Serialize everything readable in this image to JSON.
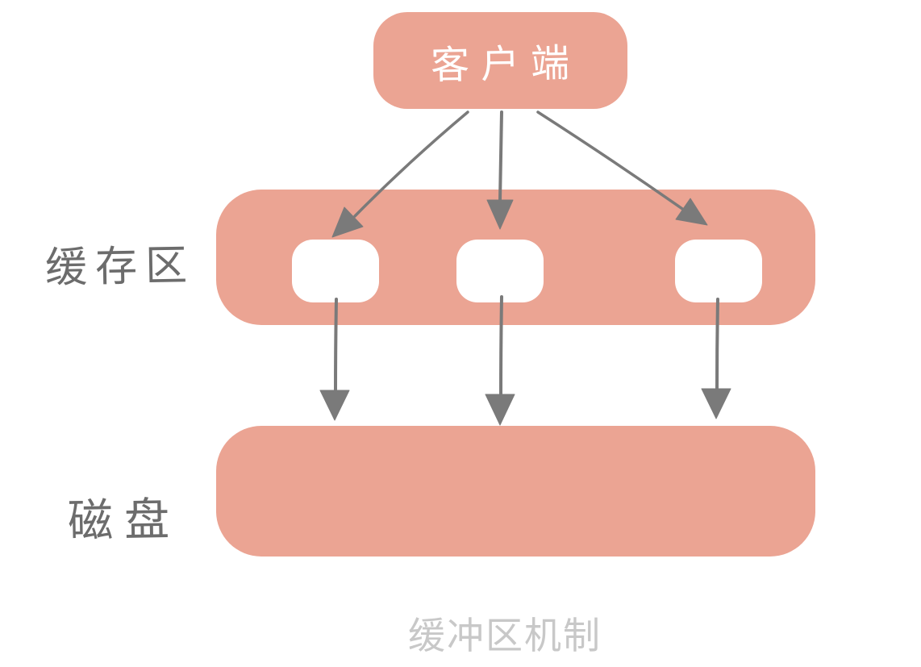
{
  "diagram": {
    "caption": "缓冲区机制",
    "nodes": {
      "client": {
        "label": "客户端"
      },
      "cache": {
        "label": "缓存区",
        "buffer_slot_count": 3
      },
      "disk": {
        "label": "磁盘"
      }
    },
    "flows": [
      {
        "from": "client",
        "to": "buffer-slot-1"
      },
      {
        "from": "client",
        "to": "buffer-slot-2"
      },
      {
        "from": "client",
        "to": "buffer-slot-3"
      },
      {
        "from": "buffer-slot-1",
        "to": "disk"
      },
      {
        "from": "buffer-slot-2",
        "to": "disk"
      },
      {
        "from": "buffer-slot-3",
        "to": "disk"
      }
    ],
    "colors": {
      "node_fill": "#EBA493",
      "buffer_slot_fill": "#FFFFFF",
      "arrow": "#7A7A7A",
      "client_label_text": "#FFFFFF",
      "side_label_text": "#6C6C6C",
      "caption_text": "#C8C8C8",
      "background": "#FFFFFF"
    }
  }
}
